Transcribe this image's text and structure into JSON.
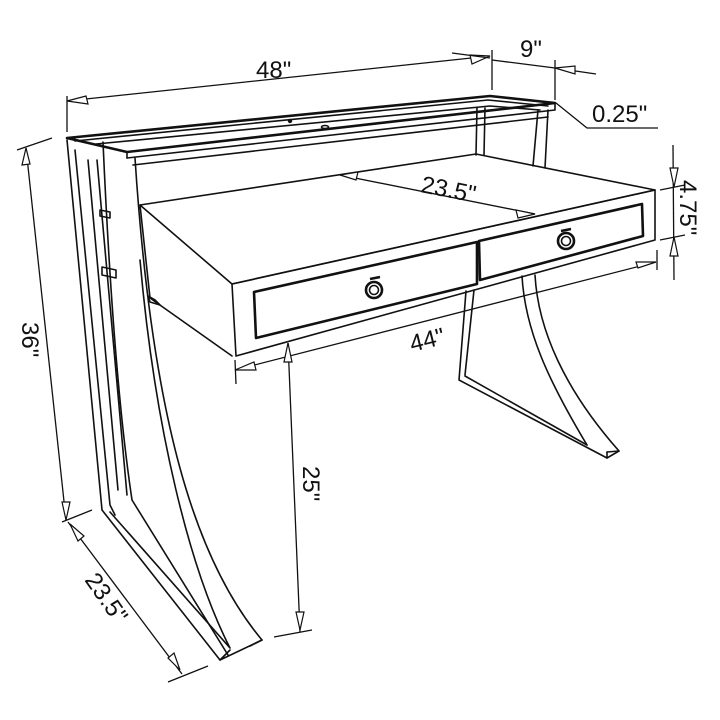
{
  "diagram": {
    "subject": "Writing desk with hutch shelf and two drawers",
    "background": "#ffffff",
    "line_color": "#111111"
  },
  "dimensions": {
    "overall_width": "48\"",
    "shelf_depth": "9\"",
    "shelf_thickness": "0.25\"",
    "desk_depth": "23.5\"",
    "apron_height": "4.75\"",
    "inner_width": "44\"",
    "overall_height": "36\"",
    "leg_clearance": "25\"",
    "base_depth": "23.5\""
  },
  "parts": {
    "drawers": [
      {
        "name": "left drawer",
        "pull": "ring pull"
      },
      {
        "name": "right drawer",
        "pull": "ring pull"
      }
    ],
    "legs": [
      "left curved sled leg",
      "right curved sled leg"
    ],
    "shelf": "raised top shelf"
  }
}
